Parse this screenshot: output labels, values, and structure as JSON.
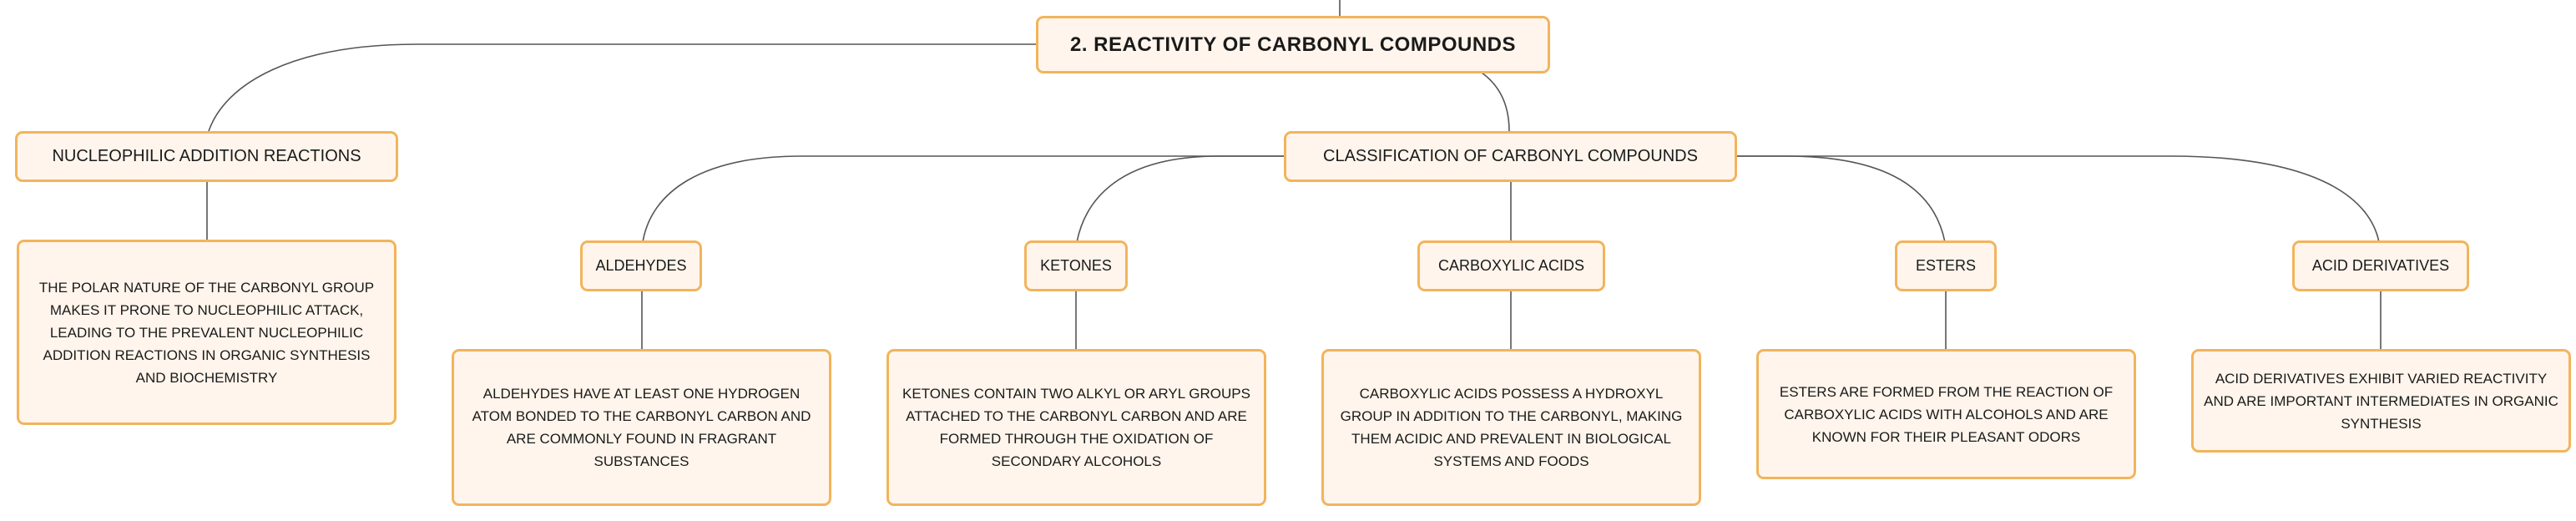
{
  "root": {
    "label": "2. REACTIVITY OF CARBONYL COMPOUNDS"
  },
  "nucleophilic": {
    "label": "NUCLEOPHILIC ADDITION REACTIONS",
    "description": "THE POLAR NATURE OF THE CARBONYL GROUP MAKES IT PRONE TO NUCLEOPHILIC ATTACK, LEADING TO THE PREVALENT NUCLEOPHILIC ADDITION REACTIONS IN ORGANIC SYNTHESIS AND BIOCHEMISTRY"
  },
  "classification": {
    "label": "CLASSIFICATION OF CARBONYL COMPOUNDS",
    "children": [
      {
        "label": "ALDEHYDES",
        "description": "ALDEHYDES HAVE AT LEAST ONE HYDROGEN ATOM BONDED TO THE CARBONYL CARBON AND ARE COMMONLY FOUND IN FRAGRANT SUBSTANCES"
      },
      {
        "label": "KETONES",
        "description": "KETONES CONTAIN TWO ALKYL OR ARYL GROUPS ATTACHED TO THE CARBONYL CARBON AND ARE FORMED THROUGH THE OXIDATION OF SECONDARY ALCOHOLS"
      },
      {
        "label": "CARBOXYLIC ACIDS",
        "description": "CARBOXYLIC ACIDS POSSESS A HYDROXYL GROUP IN ADDITION TO THE CARBONYL, MAKING THEM ACIDIC AND PREVALENT IN BIOLOGICAL SYSTEMS AND FOODS"
      },
      {
        "label": "ESTERS",
        "description": "ESTERS ARE FORMED FROM THE REACTION OF CARBOXYLIC ACIDS WITH ALCOHOLS AND ARE KNOWN FOR THEIR PLEASANT ODORS"
      },
      {
        "label": "ACID DERIVATIVES",
        "description": "ACID DERIVATIVES EXHIBIT VARIED REACTIVITY AND ARE IMPORTANT INTERMEDIATES IN ORGANIC SYNTHESIS"
      }
    ]
  },
  "colors": {
    "node_fill": "#fff5ec",
    "node_border": "#f2b45c",
    "connector": "#555555",
    "text": "#1a1a1a"
  }
}
